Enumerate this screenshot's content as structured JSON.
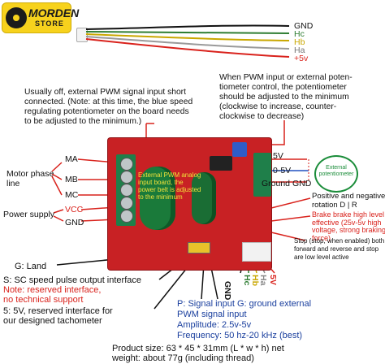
{
  "logo": {
    "brand": "MORDEN",
    "store": "STORE"
  },
  "top_wires": {
    "labels": [
      {
        "text": "GND",
        "color": "#111111"
      },
      {
        "text": "Hc",
        "color": "#2e7d32"
      },
      {
        "text": "Hb",
        "color": "#c9a700"
      },
      {
        "text": "Ha",
        "color": "#777777"
      },
      {
        "text": "+5v",
        "color": "#d9221c"
      }
    ]
  },
  "notes": {
    "pwm_left": "Usually off, external PWM signal input short\nconnected. (Note: at this time, the blue speed\nregulating potentiometer on the board needs\nto be adjusted to the minimum.)",
    "pwm_right": "When PWM input or external poten-\ntiometer control, the potentiometer\nshould be adjusted to the minimum\n(clockwise to increase, counter-\nclockwise to decrease)",
    "board_overlay": "External PWM analog input board, the power belt is adjusted to the minimum",
    "stop": "Stop (stop, when enabled) both\nforward and reverse and stop\nare low level active"
  },
  "left_labels": {
    "motor_phase": "Motor phase\nline",
    "ma": "MA",
    "mb": "MB",
    "mc": "MC",
    "power_supply": "Power supply",
    "vcc": "VCC",
    "gnd": "GND"
  },
  "right_labels": {
    "v5": "5V",
    "v05": "0-5V",
    "ground_gnd": "Ground GND",
    "external_pot": "External potentiometer",
    "rotation": "Positive and negative\nrotation D | R",
    "brake": "Brake brake high level\neffective (25v-5v high\nvoltage, strong braking\nforce)"
  },
  "bottom_pins": [
    {
      "text": "GND",
      "color": "#111111"
    },
    {
      "text": "Hc",
      "color": "#2e7d32"
    },
    {
      "text": "Hb",
      "color": "#c9a700"
    },
    {
      "text": "Ha",
      "color": "#888888"
    },
    {
      "text": "5V",
      "color": "#d9221c"
    }
  ],
  "bottom_left": {
    "g_land": "G: Land",
    "sc_speed": "S: SC speed pulse output interface",
    "reserved": "Note: reserved interface,\nno technical support",
    "five_v": "5: 5V, reserved interface for\nour designed tachometer"
  },
  "pwm_info": {
    "line1": "P: Signal input G: ground external",
    "line2": "PWM signal input",
    "amplitude": "Amplitude: 2.5v-5v",
    "frequency": "Frequency: 50 hz-20 kHz (best)"
  },
  "product": {
    "size": "Product size: 63 * 45 * 31mm (L * w * h) net",
    "weight": "weight: about 77g (including thread)"
  },
  "colors": {
    "board": "#c82124",
    "arrow": "#d9221c",
    "blue_text": "#1a3f9e",
    "green_term": "#1f7f4a"
  }
}
